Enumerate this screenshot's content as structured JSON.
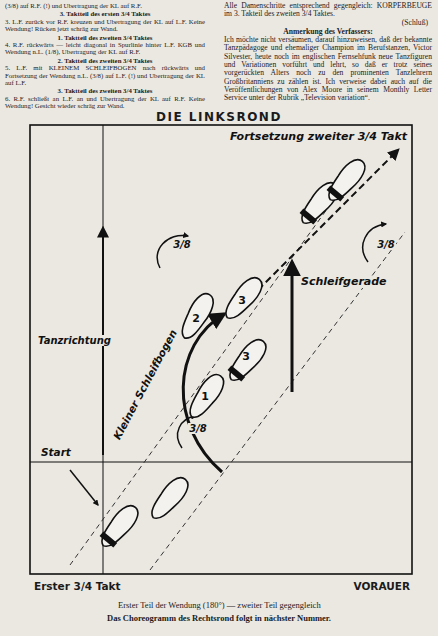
{
  "diagram": {
    "title": "DIE LINKSROND",
    "caption": "Erster Teil der Wendung (180°) — zweiter Teil gegengleich",
    "labels": [
      "(3/8) auf R.F. (!) und Ubertragung der KL auf R.F.",
      "3. Taktteil des ersten 3/4 Taktes",
      "3. L.F. zurück vor R.F. kreuzen und Ubertragung der KL auf L.F. Keine Wendung! Rücken jetzt schräg zur Wand.",
      "1. Taktteil des zweiten 3/4 Taktes",
      "4. R.F. rückwärts — leicht diagonal in Spurlinie hinter L.F. KGB und Wendung n.L. (1/8), Ubertragung der KL auf R.F.",
      "2. Taktteil des zweiten 3/4 Taktes",
      "5. L.F. mit KLEINEM SCHLEIFBOGEN nach rückwärts und Fortsetzung der Wendung n.L. (3/8) auf L.F. (!) und Ubertragung der KL auf L.F.",
      "3. Taktteil des zweiten 3/4 Taktes",
      "6. R.F. schließt an L.F. an und Ubertragung der KL auf R.F. Keine Wendung! Gesicht wieder schräg zur Wand.",
      "Alle Damenschritte entsprechend gegengleich: KORPERBEUGE im 3. Takteil des zweiten 3/4 Taktes.",
      "(Schluß)",
      "Anmerkung des Verfassers:",
      "Ich möchte nicht versäumen, darauf hinzuweisen, daß der bekannte Tanzpädagoge und ehemaliger Champion im Berufstanzen, Victor Silvester, heute noch im englischen Fernsehfunk neue Tanzfiguren und Variationen vorführt und lehrt, so daß er trotz seines vorgerückten Alters noch zu den prominenten Tanzlehrern Großbritanniens zu zählen ist. Ich verweise dabei auch auf die Veröffentlichungen von Alex Moore in seinem Monthly Letter Service unter der Rubrik „Television variation“.",
      "Fortsetzung zweiter 3/4 Takt",
      "Schleifgerade",
      "Tanzrichtung",
      "Kleiner Schleifbogen",
      "Start",
      "3/8",
      "3/8",
      "3/8",
      "2",
      "3",
      "3",
      "1",
      "Erster 3/4 Takt",
      "VORAUER",
      "Das Choreogramm des Rechtsrond folgt in nächster Nummer."
    ]
  }
}
